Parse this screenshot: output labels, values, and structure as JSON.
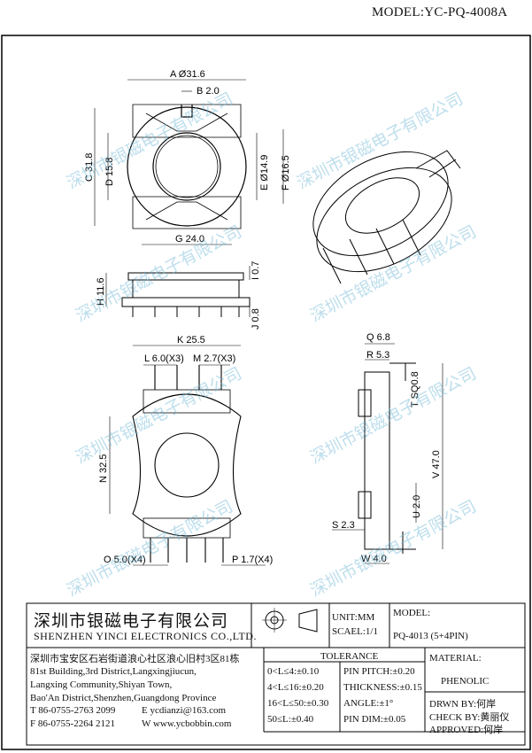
{
  "model": "MODEL:YC-PQ-4008A",
  "watermark": "深圳市银磁电子有限公司",
  "dimensions": {
    "A": "A Ø31.6",
    "B": "B 2.0",
    "C": "C 31.8",
    "D": "D 15.8",
    "E": "E Ø14.9",
    "F": "F Ø16.5",
    "G": "G 24.0",
    "H": "H 11.6",
    "I": "I 0.7",
    "J": "J 0.8",
    "K": "K 25.5",
    "L": "L 6.0(X3)",
    "M": "M 2.7(X3)",
    "N": "N 32.5",
    "O": "O 5.0(X4)",
    "P": "P 1.7(X4)",
    "Q": "Q 6.8",
    "R": "R 5.3",
    "S": "S 2.3",
    "T": "T SQ0.8",
    "U": "U 2.0",
    "V": "V 47.0",
    "W": "W 4.0"
  },
  "title_block": {
    "company_cn": "深圳市银磁电子有限公司",
    "company_en": "SHENZHEN YINCI ELECTRONICS CO.,LTD.",
    "unit": "UNIT:MM",
    "scale": "SCAEL:1/1",
    "model_label": "MODEL:",
    "model_value": "PQ-4013  (5+4PIN)",
    "address_lines": [
      "深圳市宝安区石岩街道浪心社区浪心旧村3区81栋",
      "81st Building,3rd District,Langxingjiucun,",
      "Langxing Community,Shiyan Town,",
      "Bao'An District,Shenzhen,Guangdong Province"
    ],
    "tel": "T 86-0755-2763 2099",
    "email": "E ycdianzi@163.com",
    "fax": "F 86-0755-2264 2121",
    "web": "W www.ycbobbin.com",
    "tolerance_title": "TOLERANCE",
    "tolerances": [
      "0<L≤4:±0.10",
      "4<L≤16:±0.20",
      "16<L≤50:±0.30",
      "50≤L:±0.40"
    ],
    "pin_specs": [
      "PIN PITCH:±0.20",
      "THICKNESS:±0.15",
      "ANGLE:±1°",
      "PIN DIM:±0.05"
    ],
    "material_label": "MATERIAL:",
    "material_value": "PHENOLIC",
    "drawn_by": "DRWN BY:何岸",
    "check_by": "CHECK BY:黄丽仪",
    "approved": "APPROVED:何岸"
  }
}
